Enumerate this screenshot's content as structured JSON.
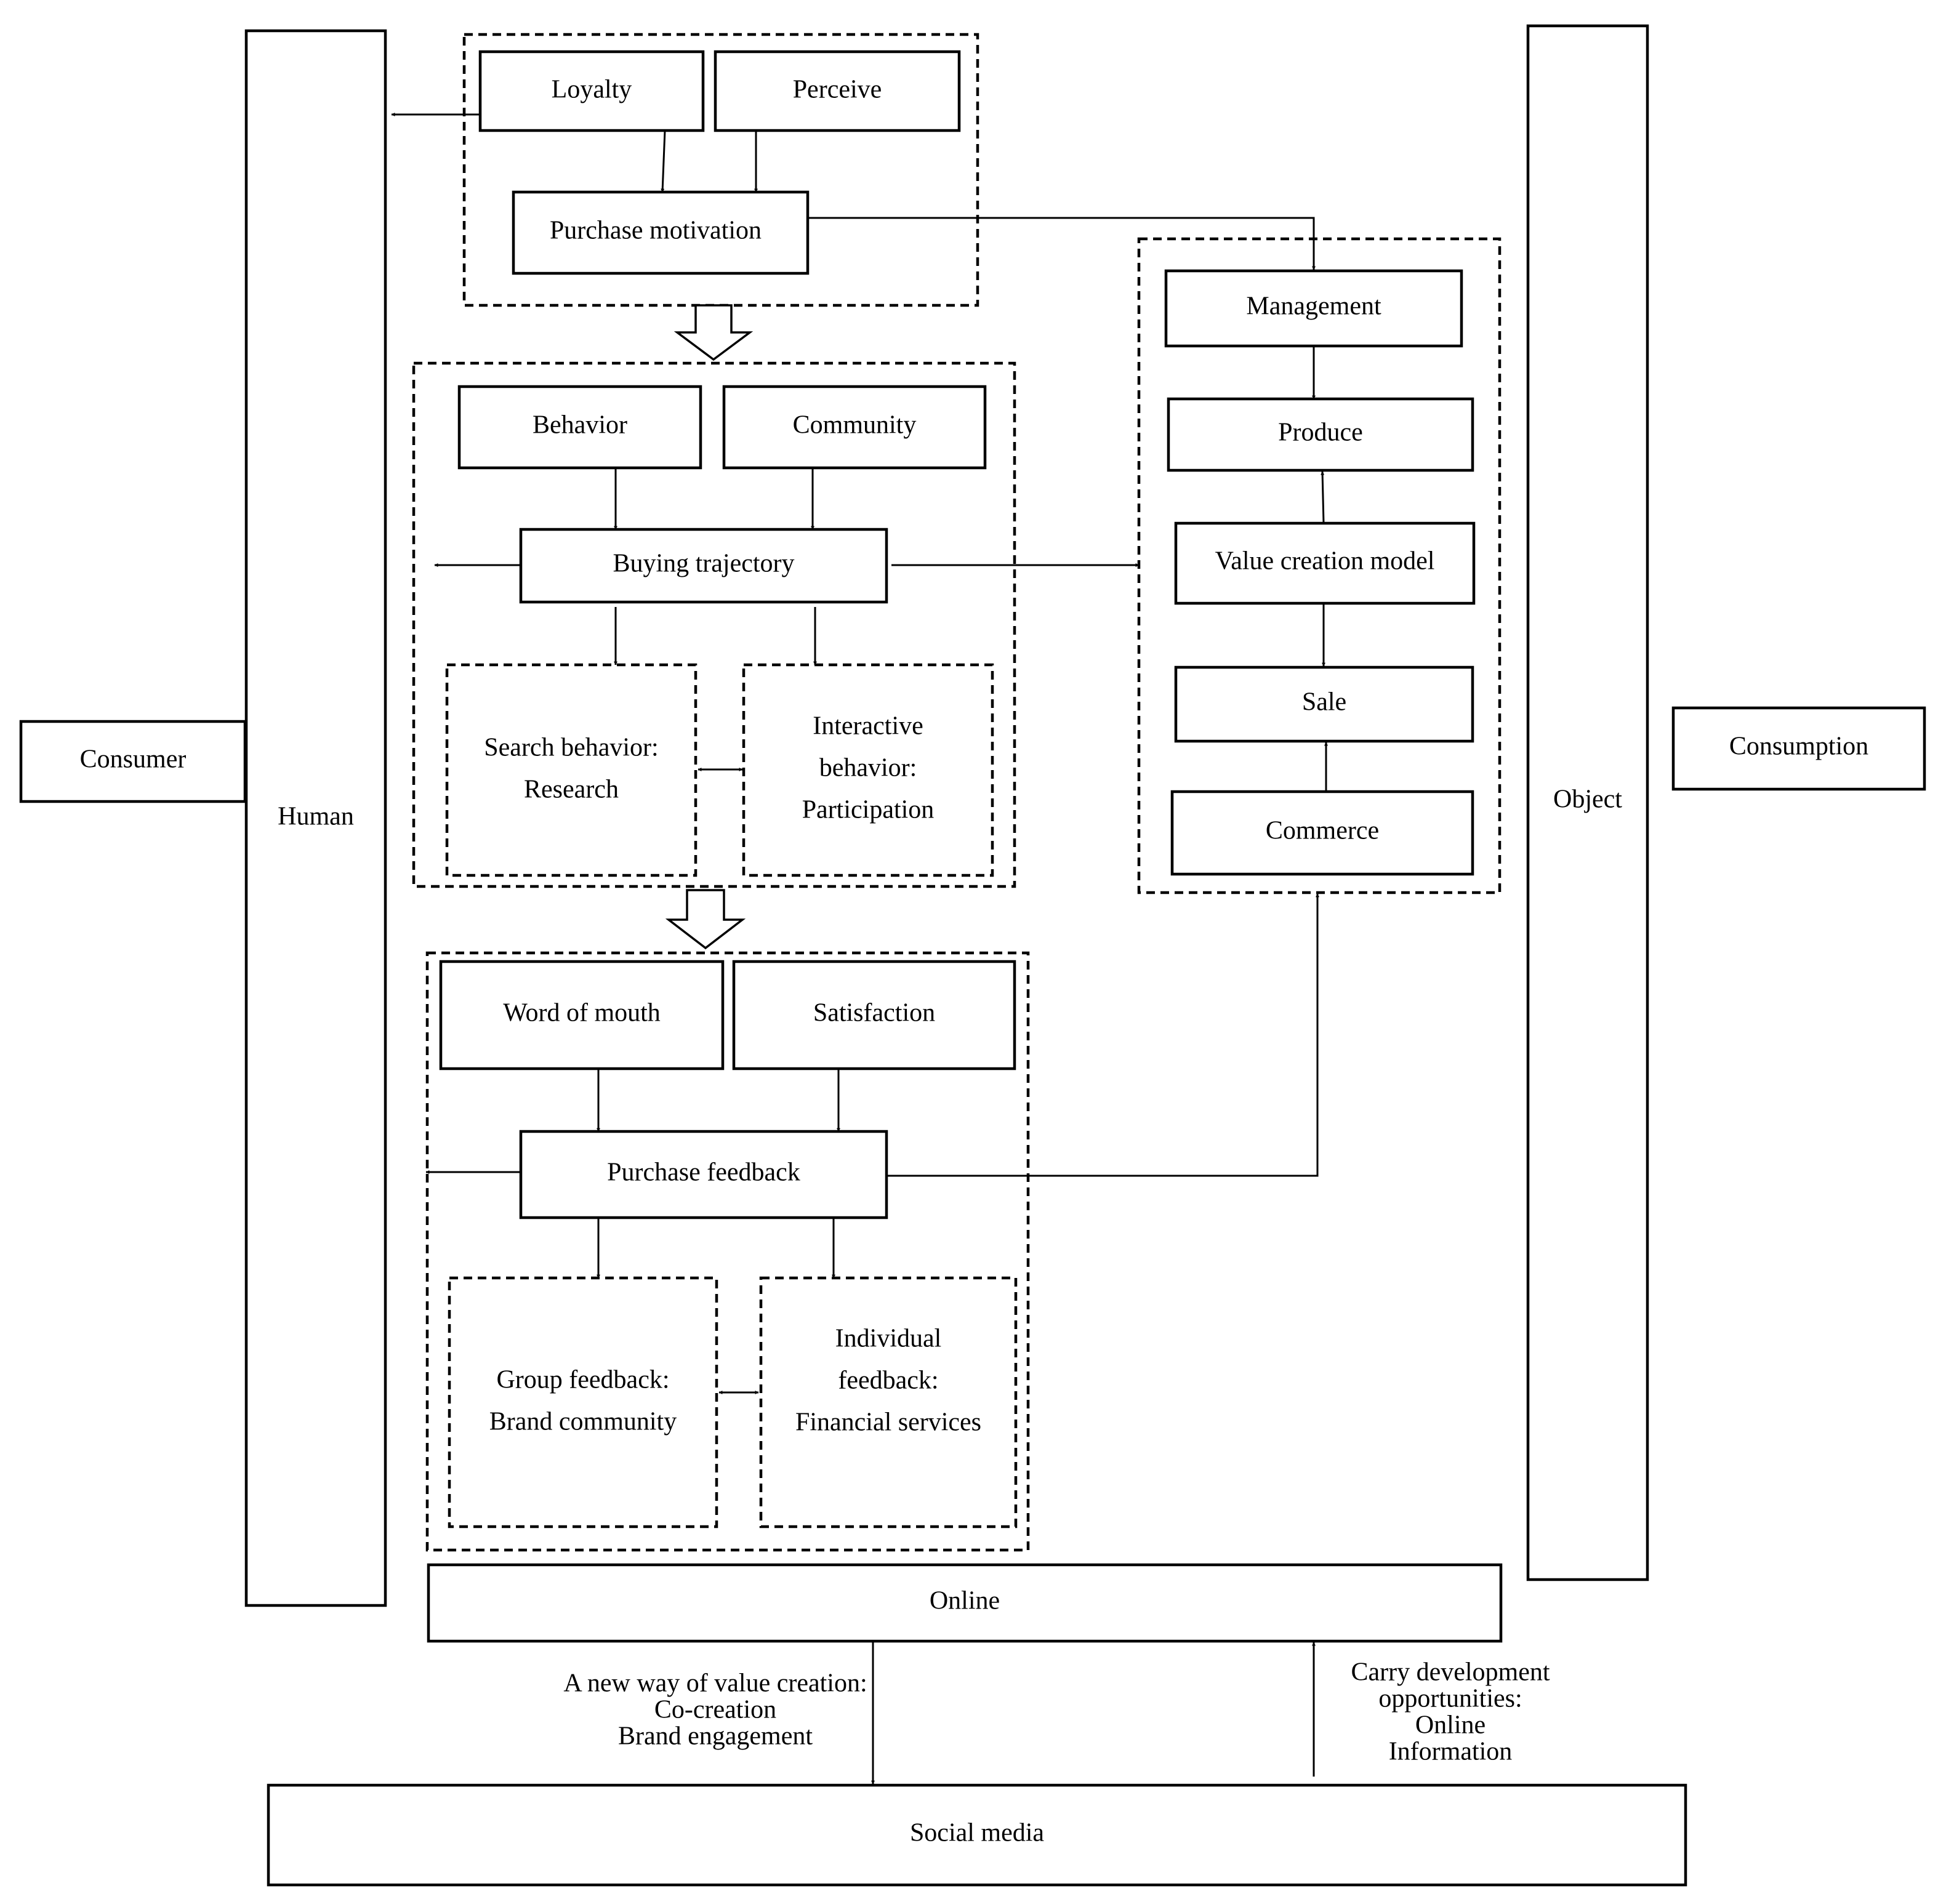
{
  "side": {
    "consumer": "Consumer",
    "human": "Human",
    "object": "Object",
    "consumption": "Consumption"
  },
  "motivation": {
    "loyalty": "Loyalty",
    "perceive": "Perceive",
    "purchase_motivation": "Purchase motivation"
  },
  "trajectory": {
    "behavior": "Behavior",
    "community": "Community",
    "buying_trajectory": "Buying trajectory",
    "search": [
      "Search behavior:",
      "Research"
    ],
    "interactive": [
      "Interactive",
      "behavior:",
      "Participation"
    ]
  },
  "feedback": {
    "word_of_mouth": "Word of mouth",
    "satisfaction": "Satisfaction",
    "purchase_feedback": "Purchase feedback",
    "group": [
      "Group feedback:",
      "Brand community"
    ],
    "individual": [
      "Individual",
      "feedback:",
      "Financial services"
    ]
  },
  "value_chain": {
    "management": "Management",
    "produce": "Produce",
    "value_creation_model": "Value creation model",
    "sale": "Sale",
    "commerce": "Commerce"
  },
  "bottom": {
    "online": "Online",
    "social_media": "Social media",
    "left_note": [
      "A new way of value creation:",
      "Co-creation",
      "Brand engagement"
    ],
    "right_note": [
      "Carry development",
      "opportunities:",
      "Online",
      "Information"
    ]
  }
}
